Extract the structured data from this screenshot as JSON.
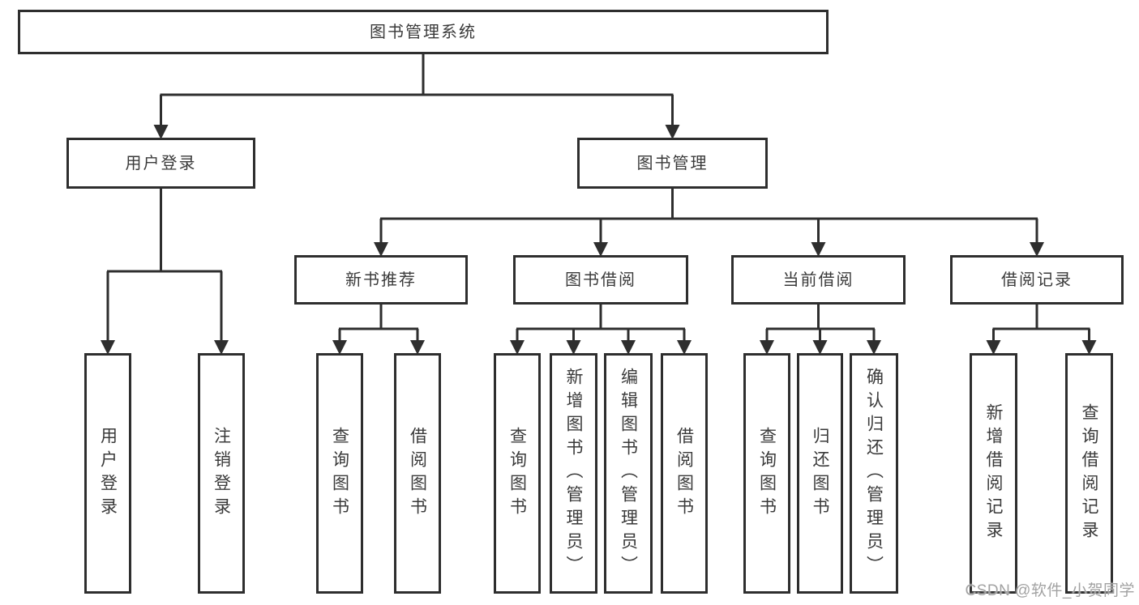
{
  "diagram": {
    "title": "图书管理系统",
    "nodes": [
      {
        "id": "root",
        "label": "图书管理系统"
      },
      {
        "id": "user-login",
        "label": "用户登录"
      },
      {
        "id": "book-management",
        "label": "图书管理"
      },
      {
        "id": "new-book-recommend",
        "label": "新书推荐"
      },
      {
        "id": "book-borrowing",
        "label": "图书借阅"
      },
      {
        "id": "current-borrowing",
        "label": "当前借阅"
      },
      {
        "id": "borrowing-records",
        "label": "借阅记录"
      },
      {
        "id": "v-user-login",
        "label": "用户登录"
      },
      {
        "id": "v-logout",
        "label": "注销登录"
      },
      {
        "id": "v-query-book-1",
        "label": "查询图书"
      },
      {
        "id": "v-borrow-book-1",
        "label": "借阅图书"
      },
      {
        "id": "v-query-book-2",
        "label": "查询图书"
      },
      {
        "id": "v-add-book",
        "label": "新增图书（管理员）"
      },
      {
        "id": "v-edit-book",
        "label": "编辑图书（管理员）"
      },
      {
        "id": "v-borrow-book-2",
        "label": "借阅图书"
      },
      {
        "id": "v-query-book-3",
        "label": "查询图书"
      },
      {
        "id": "v-return-book",
        "label": "归还图书"
      },
      {
        "id": "v-confirm-return",
        "label": "确认归还（管理员）"
      },
      {
        "id": "v-add-borrow-record",
        "label": "新增借阅记录"
      },
      {
        "id": "v-query-borrow-record",
        "label": "查询借阅记录"
      }
    ],
    "edges": [
      {
        "parent": "root",
        "children": [
          "user-login",
          "book-management"
        ]
      },
      {
        "parent": "user-login",
        "children": [
          "v-user-login",
          "v-logout"
        ]
      },
      {
        "parent": "book-management",
        "children": [
          "new-book-recommend",
          "book-borrowing",
          "current-borrowing",
          "borrowing-records"
        ]
      },
      {
        "parent": "new-book-recommend",
        "children": [
          "v-query-book-1",
          "v-borrow-book-1"
        ]
      },
      {
        "parent": "book-borrowing",
        "children": [
          "v-query-book-2",
          "v-add-book",
          "v-edit-book",
          "v-borrow-book-2"
        ]
      },
      {
        "parent": "current-borrowing",
        "children": [
          "v-query-book-3",
          "v-return-book",
          "v-confirm-return"
        ]
      },
      {
        "parent": "borrowing-records",
        "children": [
          "v-add-borrow-record",
          "v-query-borrow-record"
        ]
      }
    ]
  },
  "watermark": {
    "text": "CSDN @软件_小贺同学"
  },
  "colors": {
    "line": "#2e2e2e",
    "box_border": "#2e2e2e",
    "box_background": "#ffffff",
    "text": "#3a3a3a",
    "watermark": "#a2a2a2",
    "background": "#ffffff"
  }
}
